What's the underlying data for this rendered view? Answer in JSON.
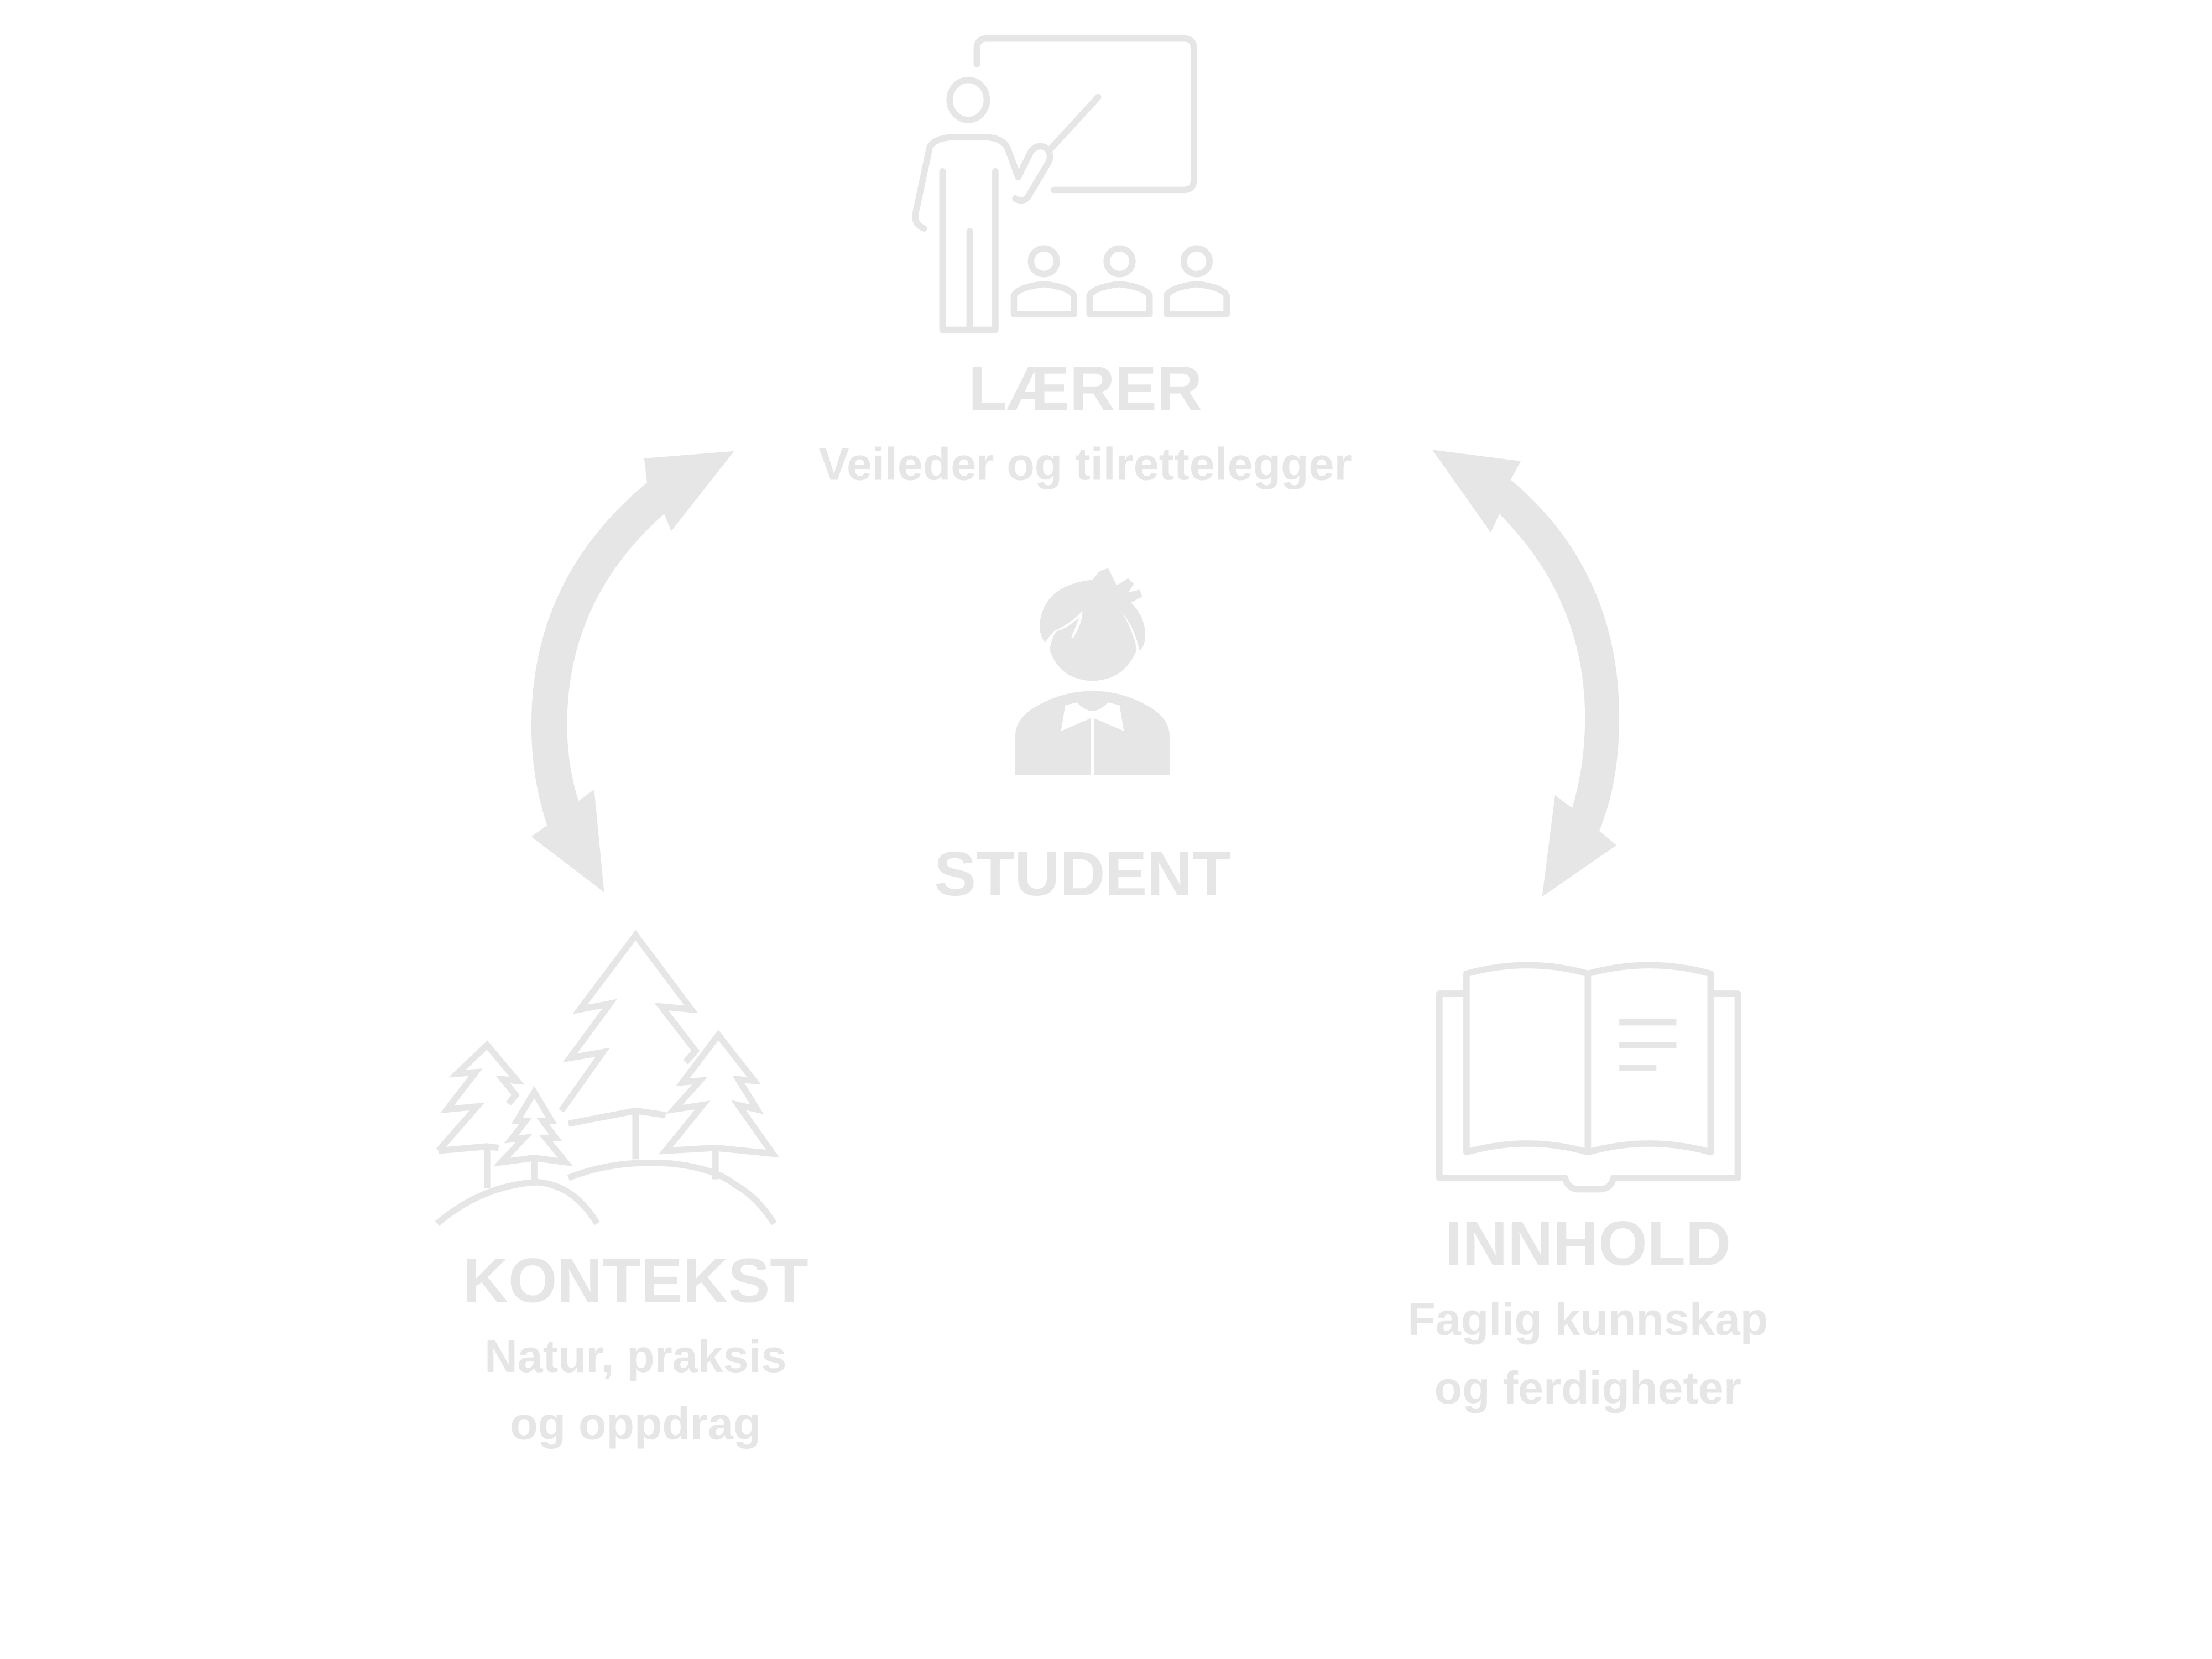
{
  "colors": {
    "background": "#ffffff",
    "ink": "#e6e6e6"
  },
  "center": {
    "label": "STUDENT",
    "icon": "student-icon"
  },
  "nodes": {
    "teacher": {
      "title": "LÆRER",
      "subtitle": "Veileder og tilrettelegger",
      "icon": "teacher-presentation-icon"
    },
    "context": {
      "title": "KONTEKST",
      "subtitle_line1": "Natur, praksis",
      "subtitle_line2": "og oppdrag",
      "icon": "forest-trees-icon"
    },
    "content": {
      "title": "INNHOLD",
      "subtitle_line1": "Faglig kunnskap",
      "subtitle_line2": "og ferdigheter",
      "icon": "open-book-icon"
    }
  },
  "connectors": [
    {
      "from": "teacher",
      "to": "context",
      "type": "bidirectional-curved-arrow"
    },
    {
      "from": "teacher",
      "to": "content",
      "type": "bidirectional-curved-arrow"
    }
  ]
}
